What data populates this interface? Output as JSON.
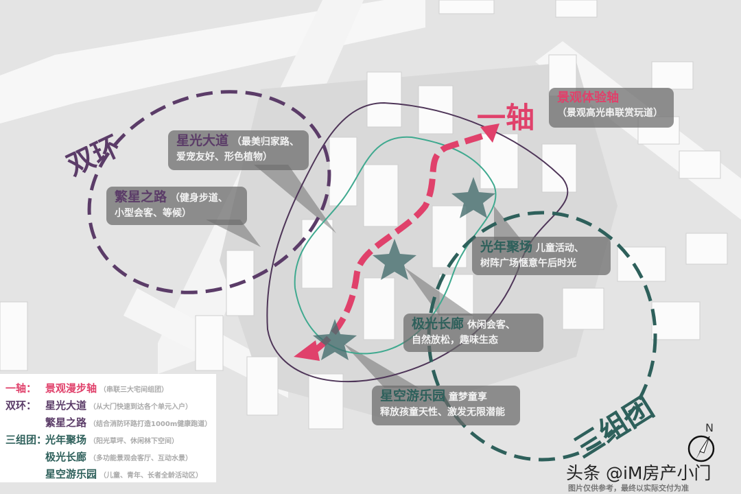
{
  "colors": {
    "axis": "#e0416b",
    "ring": "#5b3c68",
    "cluster": "#2e605b",
    "callout_bg": "#6a6a6a"
  },
  "big_labels": {
    "axis": "一轴",
    "rings": "双环",
    "clusters": "三组团"
  },
  "callouts": [
    {
      "title": "景观体验轴",
      "text": "（景观高光串联赏玩道）"
    },
    {
      "title": "星光大道",
      "text_inline": "（最美归家路、",
      "text": "爱宠友好、形色植物）"
    },
    {
      "title": "繁星之路",
      "text_inline": "（健身步道、",
      "text": "小型会客、等候）"
    },
    {
      "title": "光年聚场",
      "text_inline": "儿童活动、",
      "text": "树阵广场惬意午后时光"
    },
    {
      "title": "极光长廊",
      "text_inline": "休闲会客、",
      "text": "自然放松，趣味生态"
    },
    {
      "title": "星空游乐园",
      "text_inline": "童梦童享",
      "text": "释放孩童天性、激发无限潜能"
    }
  ],
  "legend": [
    {
      "key": "一轴：",
      "name": "景观漫步轴",
      "desc": "（串联三大宅间组团）",
      "color": "#e0416b"
    },
    {
      "key": "双环：",
      "name": "星光大道",
      "desc": "（从大门快速到达各个单元入户）",
      "color": "#5b3c68"
    },
    {
      "key": "",
      "name": "繁星之路",
      "desc": "（结合消防环路打造1000m健康跑道）",
      "color": "#5b3c68"
    },
    {
      "key": "三组团：",
      "name": "光年聚场",
      "desc": "（阳光草坪、休闲林下空间）",
      "color": "#2e605b"
    },
    {
      "key": "",
      "name": "极光长廊",
      "desc": "（多功能景观会客厅、互动水景）",
      "color": "#2e605b"
    },
    {
      "key": "",
      "name": "星空游乐园",
      "desc": "（儿童、青年、长者全龄活动区）",
      "color": "#2e605b"
    }
  ],
  "compass": {
    "label": "N",
    "icon": "north-arrow-icon"
  },
  "watermark": "头条 @iM房产小门",
  "disclaimer": "图片仅供参考，最终以实际交付为准"
}
